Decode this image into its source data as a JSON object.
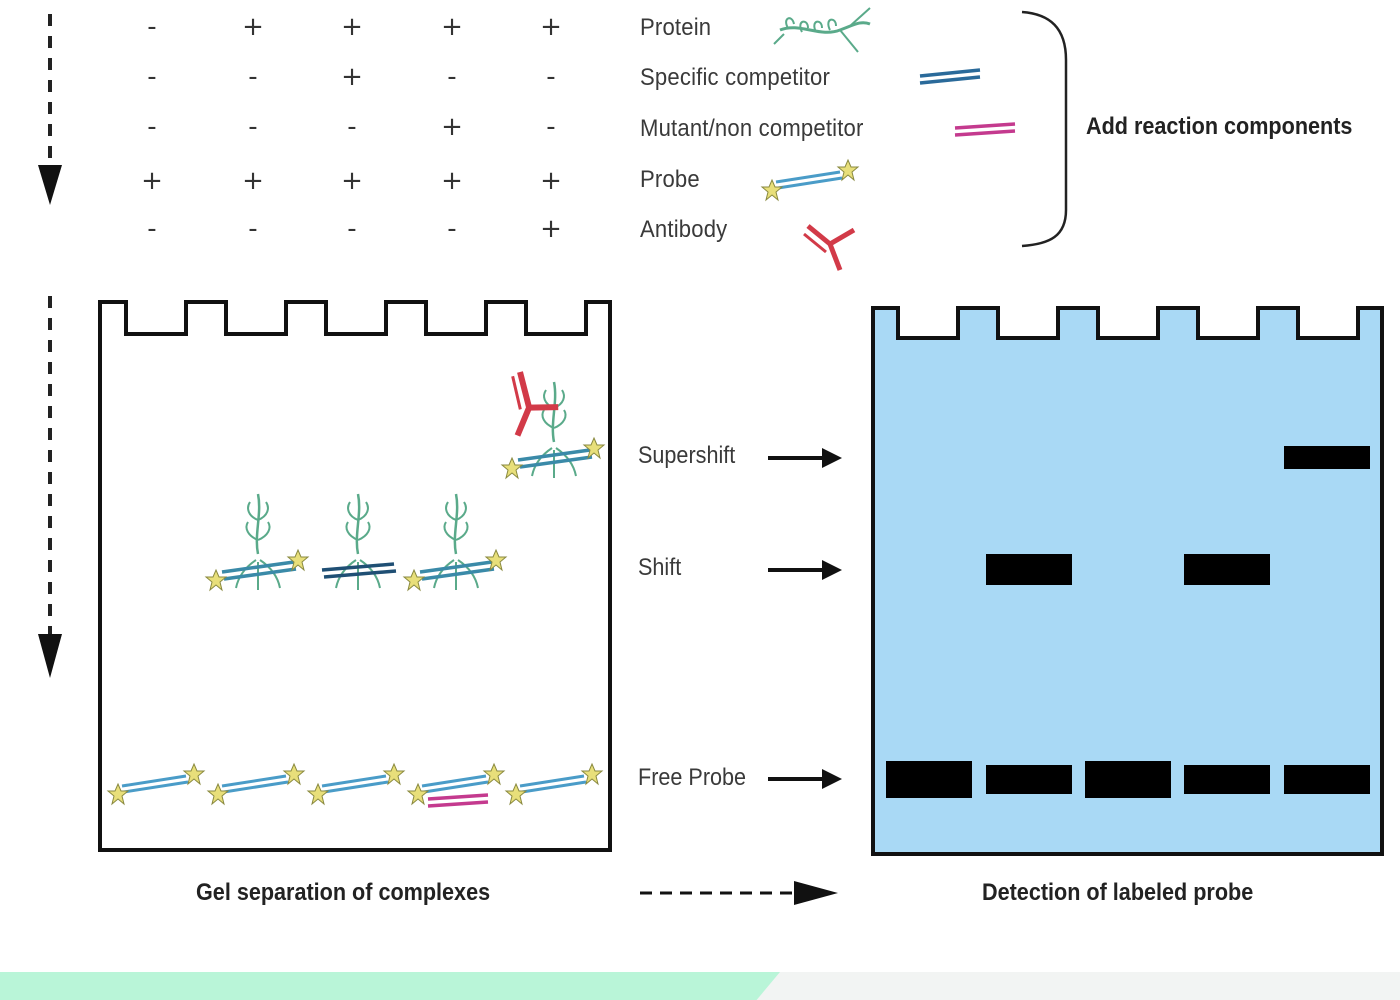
{
  "components": [
    {
      "label": "Protein",
      "signs": [
        "-",
        "+",
        "+",
        "+",
        "+"
      ],
      "icon": "protein-icon"
    },
    {
      "label": "Specific competitor",
      "signs": [
        "-",
        "-",
        "+",
        "-",
        "-"
      ],
      "icon": "specific-competitor-icon"
    },
    {
      "label": "Mutant/non competitor",
      "signs": [
        "-",
        "-",
        "-",
        "+",
        "-"
      ],
      "icon": "mutant-competitor-icon"
    },
    {
      "label": "Probe",
      "signs": [
        "+",
        "+",
        "+",
        "+",
        "+"
      ],
      "icon": "probe-icon"
    },
    {
      "label": "Antibody",
      "signs": [
        "-",
        "-",
        "-",
        "-",
        "+"
      ],
      "icon": "antibody-icon"
    }
  ],
  "add_label": "Add reaction components",
  "band_labels": {
    "supershift": "Supershift",
    "shift": "Shift",
    "free_probe": "Free Probe"
  },
  "captions": {
    "gel": "Gel separation of complexes",
    "detection": "Detection of labeled probe"
  },
  "colors": {
    "probe": "#4a9cc8",
    "protein": "#5aaa8a",
    "mutant": "#c43a8e",
    "antibody": "#d23a48",
    "star": "#e8df7a",
    "detection_bg": "#a9d9f5"
  }
}
